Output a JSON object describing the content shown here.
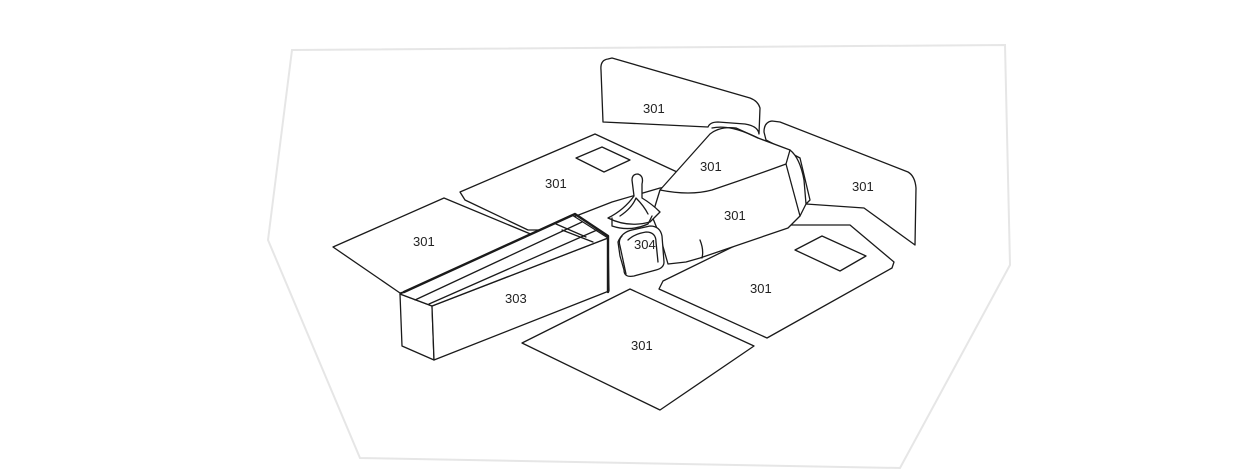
{
  "labels": {
    "mat_rear_wall_left": "301",
    "mat_rear_wall_right": "301",
    "mat_rear_left": "301",
    "mat_front_left": "301",
    "tunnel_upper": "301",
    "tunnel_side": "301",
    "mat_rear_right": "301",
    "mat_front_right": "301",
    "bracket": "304",
    "console_box": "303"
  },
  "colors": {
    "line": "#1a1a1a",
    "background": "#ffffff",
    "label": "#222222"
  }
}
